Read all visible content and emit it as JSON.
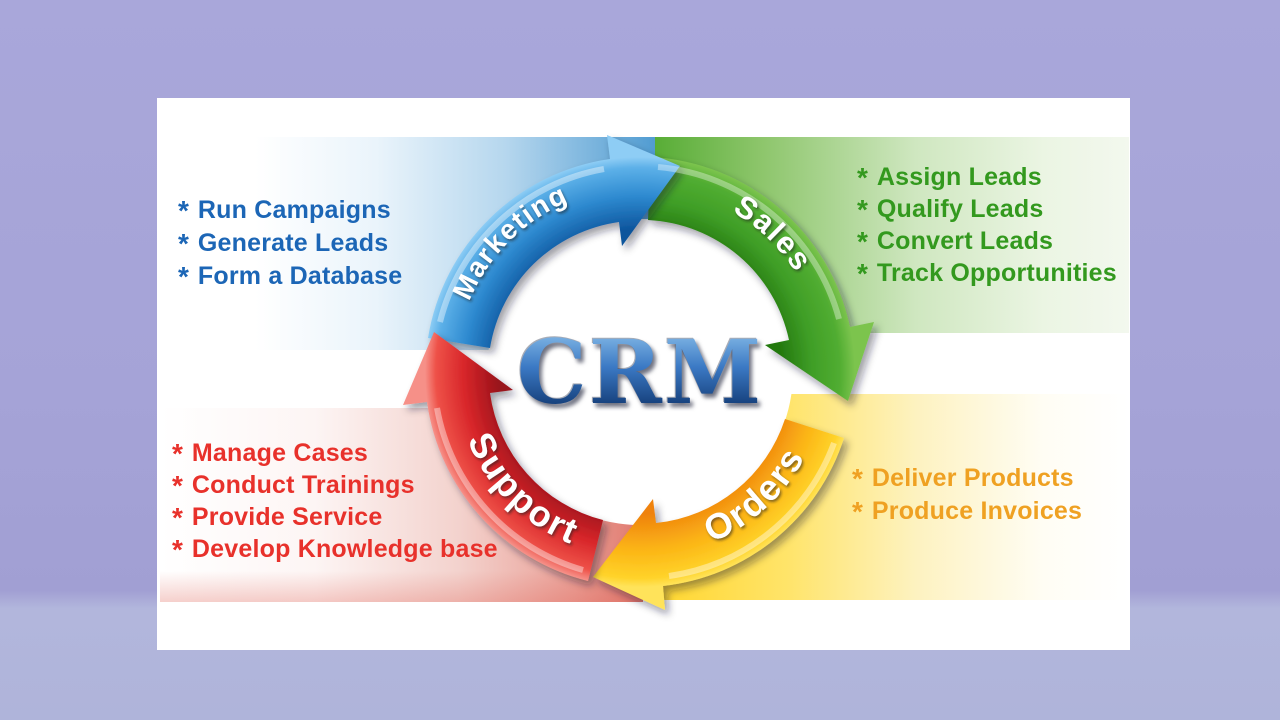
{
  "scene": {
    "background_color": "#a5a3d7",
    "card_background": "#ffffff"
  },
  "diagram": {
    "center_label": "CRM",
    "center_label_color": "#1b4e96",
    "bullet_char": "*",
    "quadrants": {
      "marketing": {
        "label": "Marketing",
        "arrow_color": "#2e8ad0",
        "text_color": "#1c66b6",
        "items": [
          "Run Campaigns",
          "Generate Leads",
          "Form a Database"
        ]
      },
      "sales": {
        "label": "Sales",
        "arrow_color": "#3f9e27",
        "text_color": "#33991e",
        "items": [
          "Assign Leads",
          "Qualify Leads",
          "Convert Leads",
          "Track Opportunities"
        ]
      },
      "orders": {
        "label": "Orders",
        "arrow_color": "#fbb314",
        "text_color": "#efa122",
        "items": [
          "Deliver Products",
          "Produce Invoices"
        ]
      },
      "support": {
        "label": "Support",
        "arrow_color": "#d8262a",
        "text_color": "#e8312b",
        "items": [
          "Manage Cases",
          "Conduct Trainings",
          "Provide Service",
          "Develop Knowledge base"
        ]
      }
    }
  }
}
